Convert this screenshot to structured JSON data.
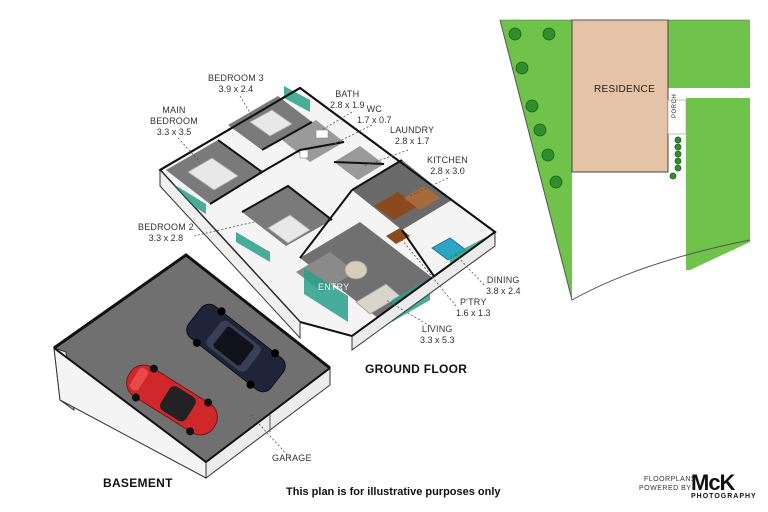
{
  "rooms": {
    "bedroom3": {
      "name": "BEDROOM 3",
      "dims": "3.9 x 2.4"
    },
    "bath": {
      "name": "BATH",
      "dims": "2.8 x 1.9"
    },
    "wc": {
      "name": "WC",
      "dims": "1.7 x 0.7"
    },
    "laundry": {
      "name": "LAUNDRY",
      "dims": "2.8 x 1.7"
    },
    "main_bedroom": {
      "name1": "MAIN",
      "name2": "BEDROOM",
      "dims": "3.3 x 3.5"
    },
    "kitchen": {
      "name": "KITCHEN",
      "dims": "2.8 x 3.0"
    },
    "bedroom2": {
      "name": "BEDROOM 2",
      "dims": "3.3 x 2.8"
    },
    "dining": {
      "name": "DINING",
      "dims": "3.8 x 2.4"
    },
    "pantry": {
      "name": "P'TRY",
      "dims": "1.6 x 1.3"
    },
    "living": {
      "name": "LIVING",
      "dims": "3.3 x 5.3"
    },
    "entry": {
      "name": "ENTRY"
    },
    "garage": {
      "name": "GARAGE"
    }
  },
  "levels": {
    "ground": "GROUND FLOOR",
    "basement": "BASEMENT"
  },
  "site": {
    "residence": "RESIDENCE",
    "porch": "PORCH"
  },
  "footer": {
    "disclaimer": "This plan is for illustrative purposes only",
    "brand_line1": "FLOORPLANS",
    "brand_line2": "POWERED BY",
    "brand_logo": "McK",
    "brand_sub": "PHOTOGRAPHY"
  },
  "colors": {
    "lawn": "#6fc34a",
    "residence": "#e4c3a6",
    "floor_grey": "#707070",
    "wall": "#f2f2f2",
    "glass": "#2aa08a",
    "car_red": "#d0282a",
    "car_navy": "#1f2438",
    "wood": "#8a4a1c"
  }
}
